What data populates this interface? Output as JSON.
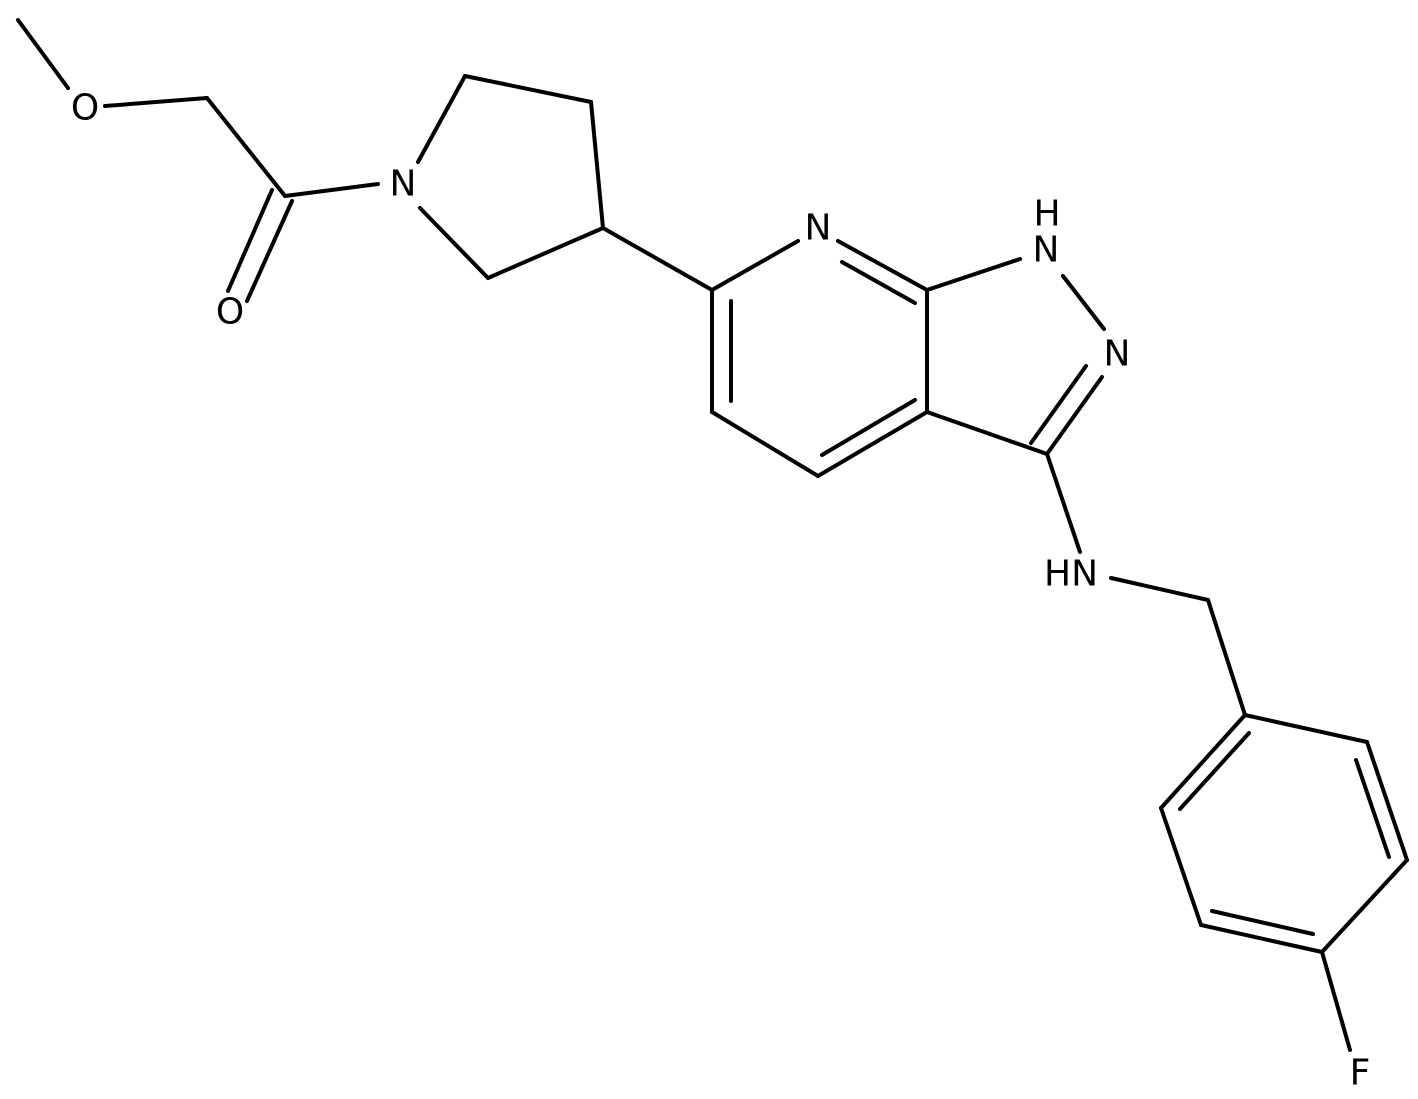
{
  "molecule": {
    "atoms": {
      "methoxy_o": "O",
      "carbonyl_o": "O",
      "pyrrolidine_n": "N",
      "pyridine_n": "N",
      "pyrazole_nh": "H",
      "pyrazole_nh_n": "N",
      "pyrazole_n2": "N",
      "amine_nh": "HN",
      "fluorine": "F"
    }
  }
}
